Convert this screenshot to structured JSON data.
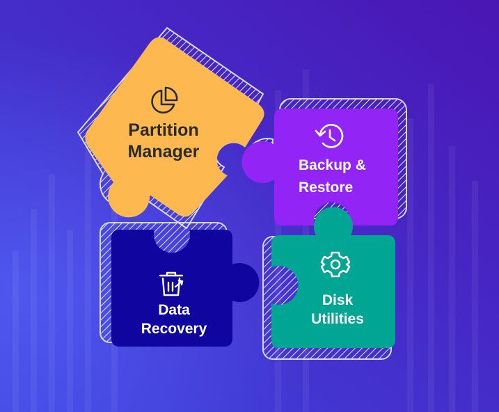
{
  "puzzle": {
    "partition_manager": {
      "line1": "Partition",
      "line2": "Manager",
      "icon": "pie-chart-icon"
    },
    "backup_restore": {
      "line1": "Backup &",
      "line2": "Restore",
      "icon": "history-icon"
    },
    "data_recovery": {
      "line1": "Data",
      "line2": "Recovery",
      "icon": "trash-restore-icon"
    },
    "disk_utilities": {
      "line1": "Disk",
      "line2": "Utilities",
      "icon": "gear-icon"
    }
  },
  "colors": {
    "background_start": "#3f45e0",
    "background_end": "#4a15b3",
    "partition_manager": "#fdb950",
    "backup_restore": "#9225f5",
    "data_recovery": "#10069f",
    "disk_utilities": "#00a693",
    "outline": "#c9cdfb",
    "text_dark": "#2b2b2b",
    "text_light": "#ffffff"
  }
}
